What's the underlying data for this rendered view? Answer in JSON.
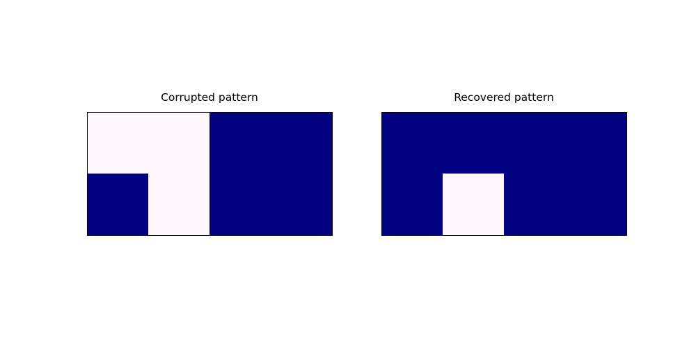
{
  "chart_data": [
    {
      "type": "heatmap",
      "title": "Corrupted pattern",
      "rows": 2,
      "cols": 4,
      "values": [
        [
          0,
          0,
          1,
          1
        ],
        [
          1,
          0,
          1,
          1
        ]
      ],
      "colors": {
        "0": "#fff7fb",
        "1": "#000080"
      },
      "axes_visible": false,
      "grid": false
    },
    {
      "type": "heatmap",
      "title": "Recovered pattern",
      "rows": 2,
      "cols": 4,
      "values": [
        [
          1,
          1,
          1,
          1
        ],
        [
          1,
          0,
          1,
          1
        ]
      ],
      "colors": {
        "0": "#fff7fb",
        "1": "#000080"
      },
      "axes_visible": false,
      "grid": false
    }
  ]
}
